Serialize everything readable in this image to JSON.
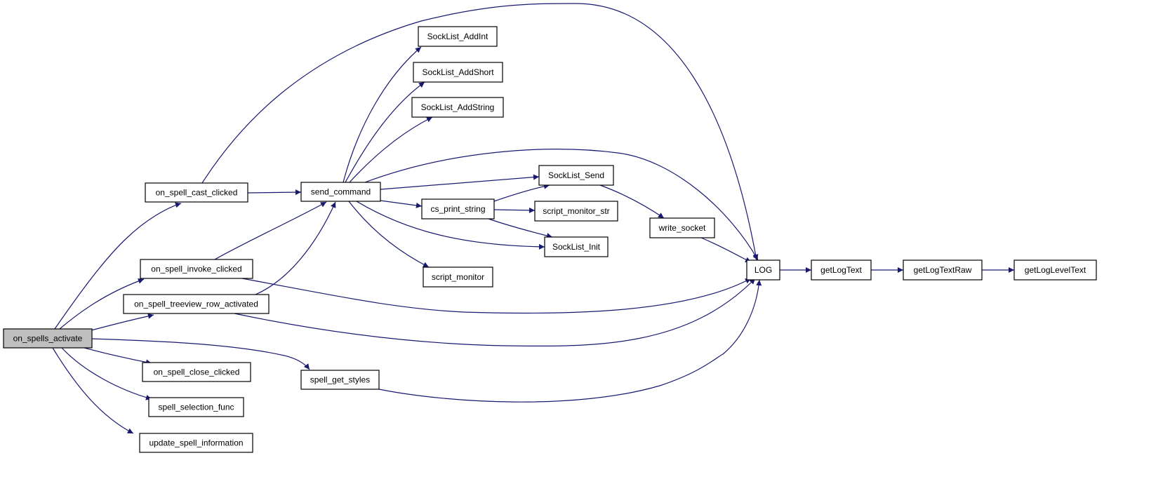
{
  "colors": {
    "edge": "#191970",
    "node_fill": "#ffffff",
    "highlight_fill": "#bfbfbf",
    "node_border": "#000000"
  },
  "nodes": [
    {
      "id": "on_spells_activate",
      "label": "on_spells_activate",
      "highlight": true
    },
    {
      "id": "on_spell_cast_clicked",
      "label": "on_spell_cast_clicked"
    },
    {
      "id": "on_spell_invoke_clicked",
      "label": "on_spell_invoke_clicked"
    },
    {
      "id": "on_spell_treeview_row_activated",
      "label": "on_spell_treeview_row_activated"
    },
    {
      "id": "on_spell_close_clicked",
      "label": "on_spell_close_clicked"
    },
    {
      "id": "spell_selection_func",
      "label": "spell_selection_func"
    },
    {
      "id": "update_spell_information",
      "label": "update_spell_information"
    },
    {
      "id": "send_command",
      "label": "send_command"
    },
    {
      "id": "spell_get_styles",
      "label": "spell_get_styles"
    },
    {
      "id": "SockList_AddInt",
      "label": "SockList_AddInt"
    },
    {
      "id": "SockList_AddShort",
      "label": "SockList_AddShort"
    },
    {
      "id": "SockList_AddString",
      "label": "SockList_AddString"
    },
    {
      "id": "cs_print_string",
      "label": "cs_print_string"
    },
    {
      "id": "script_monitor",
      "label": "script_monitor"
    },
    {
      "id": "SockList_Send",
      "label": "SockList_Send"
    },
    {
      "id": "script_monitor_str",
      "label": "script_monitor_str"
    },
    {
      "id": "SockList_Init",
      "label": "SockList_Init"
    },
    {
      "id": "write_socket",
      "label": "write_socket"
    },
    {
      "id": "LOG",
      "label": "LOG"
    },
    {
      "id": "getLogText",
      "label": "getLogText"
    },
    {
      "id": "getLogTextRaw",
      "label": "getLogTextRaw"
    },
    {
      "id": "getLogLevelText",
      "label": "getLogLevelText"
    }
  ],
  "edges": [
    {
      "from": "on_spells_activate",
      "to": "on_spell_cast_clicked"
    },
    {
      "from": "on_spells_activate",
      "to": "on_spell_invoke_clicked"
    },
    {
      "from": "on_spells_activate",
      "to": "on_spell_treeview_row_activated"
    },
    {
      "from": "on_spells_activate",
      "to": "spell_get_styles"
    },
    {
      "from": "on_spells_activate",
      "to": "on_spell_close_clicked"
    },
    {
      "from": "on_spells_activate",
      "to": "spell_selection_func"
    },
    {
      "from": "on_spells_activate",
      "to": "update_spell_information"
    },
    {
      "from": "on_spell_cast_clicked",
      "to": "send_command"
    },
    {
      "from": "on_spell_cast_clicked",
      "to": "LOG"
    },
    {
      "from": "on_spell_invoke_clicked",
      "to": "send_command"
    },
    {
      "from": "on_spell_invoke_clicked",
      "to": "LOG"
    },
    {
      "from": "on_spell_treeview_row_activated",
      "to": "send_command"
    },
    {
      "from": "on_spell_treeview_row_activated",
      "to": "LOG"
    },
    {
      "from": "spell_get_styles",
      "to": "LOG"
    },
    {
      "from": "send_command",
      "to": "SockList_AddInt"
    },
    {
      "from": "send_command",
      "to": "SockList_AddShort"
    },
    {
      "from": "send_command",
      "to": "SockList_AddString"
    },
    {
      "from": "send_command",
      "to": "LOG"
    },
    {
      "from": "send_command",
      "to": "SockList_Send"
    },
    {
      "from": "send_command",
      "to": "cs_print_string"
    },
    {
      "from": "send_command",
      "to": "SockList_Init"
    },
    {
      "from": "send_command",
      "to": "script_monitor"
    },
    {
      "from": "cs_print_string",
      "to": "SockList_Send"
    },
    {
      "from": "cs_print_string",
      "to": "script_monitor_str"
    },
    {
      "from": "cs_print_string",
      "to": "SockList_Init"
    },
    {
      "from": "SockList_Send",
      "to": "write_socket"
    },
    {
      "from": "write_socket",
      "to": "LOG"
    },
    {
      "from": "LOG",
      "to": "getLogText"
    },
    {
      "from": "getLogText",
      "to": "getLogTextRaw"
    },
    {
      "from": "getLogTextRaw",
      "to": "getLogLevelText"
    }
  ]
}
